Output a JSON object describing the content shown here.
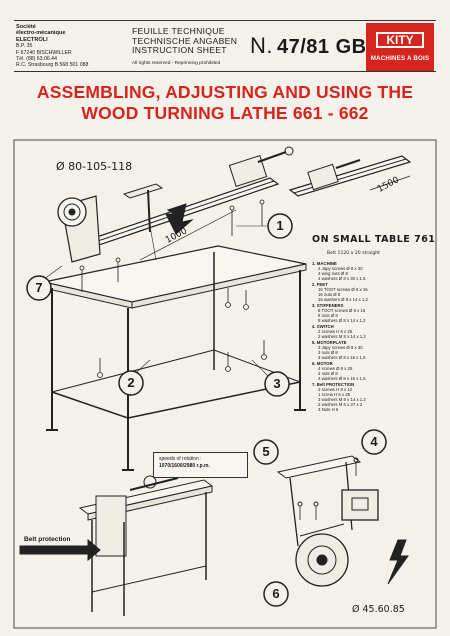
{
  "company": {
    "lines": [
      "Société",
      "électro-mécanique",
      "ELECTROLI",
      "B.P. 35",
      "F 67240 BISCHWILLER",
      "Tél. (88) 63.06.44",
      "R.C. Strasbourg B 568 501 088"
    ]
  },
  "sheet": {
    "line1": "FEUILLE TECHNIQUE",
    "line2": "TECHNISCHE ANGABEN",
    "line3": "INSTRUCTION SHEET",
    "reserved": "All rights reserved - Reprinning prohibited"
  },
  "ref": {
    "prefix": "N.",
    "number": "47/81 GB"
  },
  "logo": {
    "brand": "KITY",
    "tagline": "MACHINES A BOIS"
  },
  "title": {
    "line1": "ASSEMBLING, ADJUSTING AND USING THE",
    "line2": "WOOD TURNING LATHE 661 - 662"
  },
  "labels": {
    "dia_top": "Ø 80-105-118",
    "len_1000": "1000",
    "len_1500": "1500",
    "small_table": "ON SMALL TABLE  761",
    "belt": "Belt 1120 x 20 straight",
    "dia_bottom": "Ø 45.60.85",
    "belt_protection": "Belt protection"
  },
  "callouts": [
    "1",
    "2",
    "3",
    "4",
    "5",
    "6",
    "7"
  ],
  "parts": [
    {
      "head": "1. MACHINE",
      "items": [
        "4 Japy screws Ø 8 x 30",
        "4 wing nuts Ø 8",
        "4 washers Ø 8 x 30 x 1,5"
      ]
    },
    {
      "head": "2. FEET",
      "items": [
        "16 TOOT screws Ø 8 x 16",
        "16 nuts Ø 8",
        "16 washers Ø 8 x 14 x 1,2"
      ]
    },
    {
      "head": "3. STIFFENERS",
      "items": [
        "8 TOOT screws Ø 8 x 16",
        "8 nuts Ø 8",
        "8 washers Ø 8 x 14 x 1,2"
      ]
    },
    {
      "head": "4. SWITCH",
      "items": [
        "2 screws H 8 x 25",
        "2 washers M 8 x 14 x 1,2"
      ]
    },
    {
      "head": "5. MOTORPLATE",
      "items": [
        "3 Japy screws Ø 8 x 30",
        "3 nuts Ø 8",
        "3 washers Ø 8 x 16 x 1,5"
      ]
    },
    {
      "head": "6. MOTOR",
      "items": [
        "4 screws Ø 8 x 25",
        "4 nuts Ø 8",
        "4 washers Ø 8 x 16 x 1,5"
      ]
    },
    {
      "head": "7. Belt PROTECTION",
      "items": [
        "2 screws H 8 x 12",
        "1 screw H 8 x 25",
        "3 washers M 8 x 14 x 1,2",
        "2 washers M 6 x 27 x 3",
        "3 Nuts H 6"
      ]
    }
  ],
  "speeds": {
    "label": "speeds of rotation :",
    "values": "1070/1600/2980 r.p.m."
  },
  "colors": {
    "accent": "#d6241e",
    "ink": "#1a1a1a",
    "paper": "#f4f1ea"
  }
}
